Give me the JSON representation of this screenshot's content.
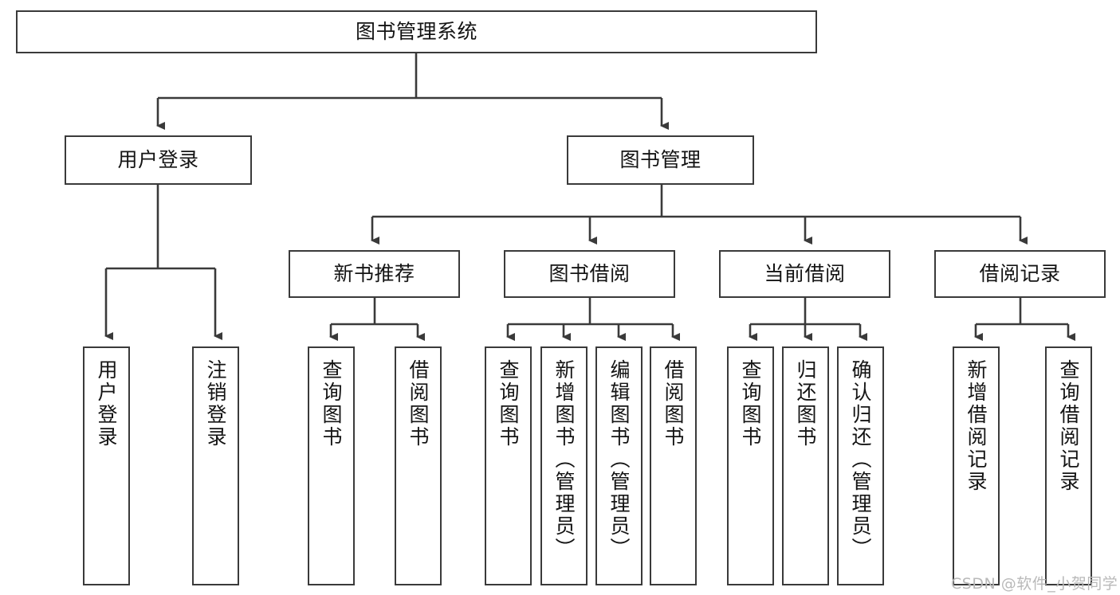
{
  "diagram": {
    "title": "图书管理系统",
    "type": "tree-hierarchy-chart",
    "line_color": "#3a3a3a",
    "box_fill": "#ffffff",
    "text_color": "#141414",
    "watermark": "CSDN @软件_小贺同学",
    "watermark_color": "#b9b9b9"
  },
  "nodes": {
    "root": {
      "label": "图书管理系统"
    },
    "level2": [
      {
        "label": "用户登录"
      },
      {
        "label": "图书管理"
      }
    ],
    "level3": [
      {
        "label": "新书推荐"
      },
      {
        "label": "图书借阅"
      },
      {
        "label": "当前借阅"
      },
      {
        "label": "借阅记录"
      }
    ],
    "leaves": {
      "user_login": [
        {
          "label": "用户登录"
        },
        {
          "label": "注销登录"
        }
      ],
      "new_book": [
        {
          "label": "查询图书"
        },
        {
          "label": "借阅图书"
        }
      ],
      "book_borrow": [
        {
          "label": "查询图书"
        },
        {
          "label": "新增图书（管理员）"
        },
        {
          "label": "编辑图书（管理员）"
        },
        {
          "label": "借阅图书"
        }
      ],
      "current_borrow": [
        {
          "label": "查询图书"
        },
        {
          "label": "归还图书"
        },
        {
          "label": "确认归还（管理员）"
        }
      ],
      "borrow_record": [
        {
          "label": "新增借阅记录"
        },
        {
          "label": "查询借阅记录"
        }
      ]
    }
  }
}
